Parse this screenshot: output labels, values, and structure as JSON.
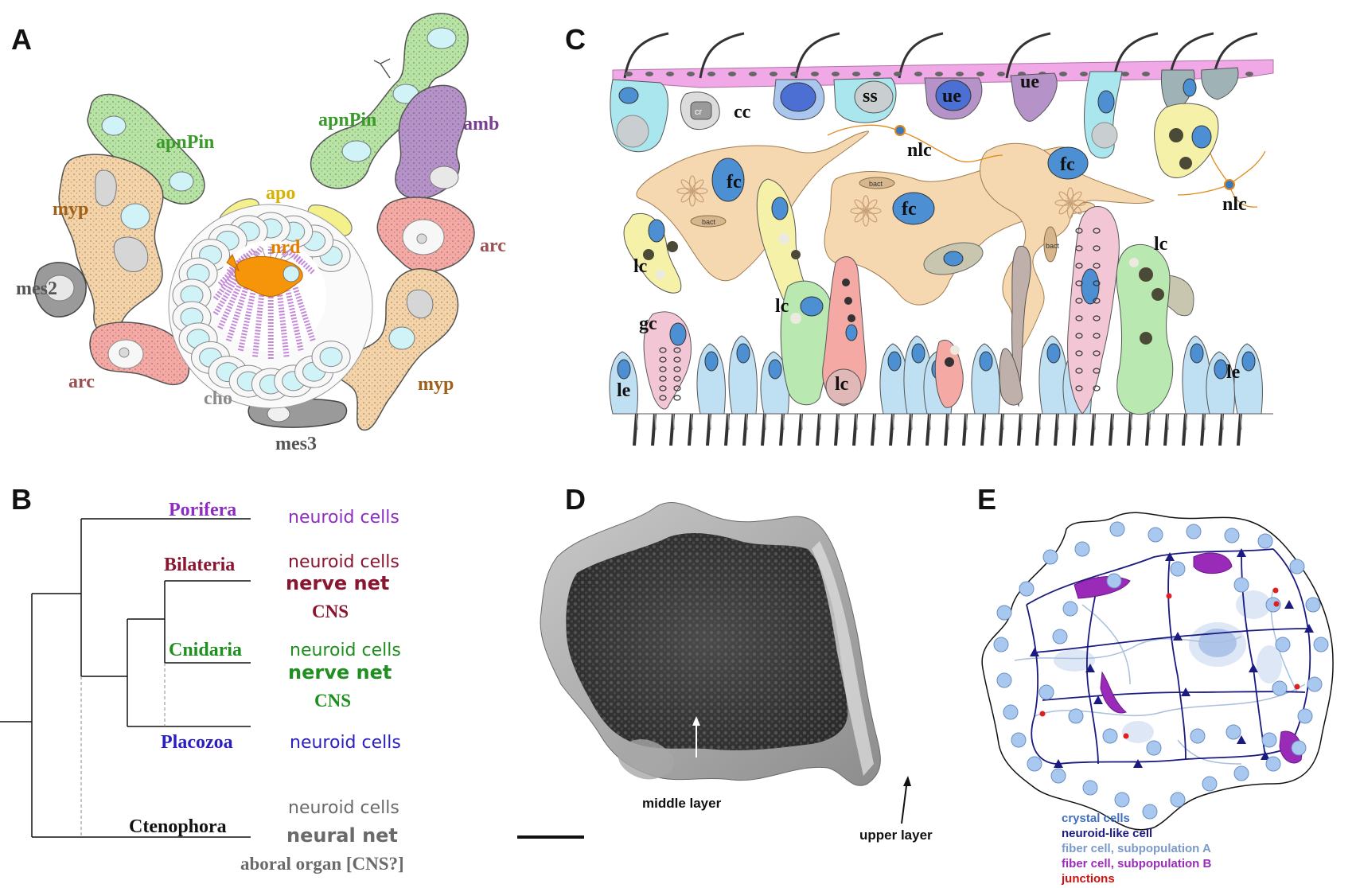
{
  "panels": {
    "A": {
      "letter": "A",
      "labels": {
        "apnPin_left": "apnPin",
        "apnPin_right": "apnPin",
        "amb": "amb",
        "apo": "apo",
        "myp_left": "myp",
        "myp_right": "myp",
        "nrd": "nrd",
        "arc_right": "arc",
        "arc_left": "arc",
        "mes2": "mes2",
        "cho": "cho",
        "mes3": "mes3"
      },
      "colors": {
        "apnPin": "#3a9a2a",
        "amb": "#7a3f8f",
        "apo": "#d8b200",
        "myp": "#a0621a",
        "nrd": "#e07f00",
        "arc": "#9a5050",
        "mes": "#555555",
        "cho": "#8a8a8a"
      }
    },
    "B": {
      "letter": "B",
      "taxa": [
        {
          "name": "Porifera",
          "color": "#8e2ec0",
          "traits": [
            "neuroid cells"
          ]
        },
        {
          "name": "Bilateria",
          "color": "#8a1530",
          "traits": [
            "neuroid cells",
            "nerve net",
            "CNS"
          ]
        },
        {
          "name": "Cnidaria",
          "color": "#1f8f1f",
          "traits": [
            "neuroid cells",
            "nerve net",
            "CNS"
          ]
        },
        {
          "name": "Placozoa",
          "color": "#2b1fc0",
          "traits": [
            "neuroid cells"
          ]
        },
        {
          "name": "Ctenophora",
          "color": "#111111",
          "traits": [
            "neuroid cells",
            "neural net",
            "aboral organ [CNS?]"
          ],
          "trait_color": "#6a6a6a"
        }
      ]
    },
    "C": {
      "letter": "C",
      "labels": {
        "cc": "cc",
        "cr": "cr",
        "ss": "ss",
        "ue_cell": "ue",
        "ue_top": "ue",
        "nlc_top": "nlc",
        "nlc_right": "nlc",
        "fc_left": "fc",
        "fc_mid": "fc",
        "fc_right": "fc",
        "bact_1": "bact",
        "bact_2": "bact",
        "bact_3": "bact",
        "lc_left": "lc",
        "lc_mid": "lc",
        "lc_bottom": "lc",
        "lc_right": "lc",
        "gc": "gc",
        "le_left": "le",
        "le_right": "le"
      }
    },
    "D": {
      "letter": "D",
      "labels": {
        "middle": "middle layer",
        "upper": "upper layer"
      }
    },
    "E": {
      "letter": "E",
      "legend": [
        {
          "text": "crystal cells",
          "color": "#3f6fc0"
        },
        {
          "text": "neuroid-like cell",
          "color": "#1a1a80"
        },
        {
          "text": "fiber cell, subpopulation A",
          "color": "#7a9ac8"
        },
        {
          "text": "fiber cell, subpopulation B",
          "color": "#9a2ab8"
        },
        {
          "text": "junctions",
          "color": "#d01010"
        }
      ]
    }
  }
}
